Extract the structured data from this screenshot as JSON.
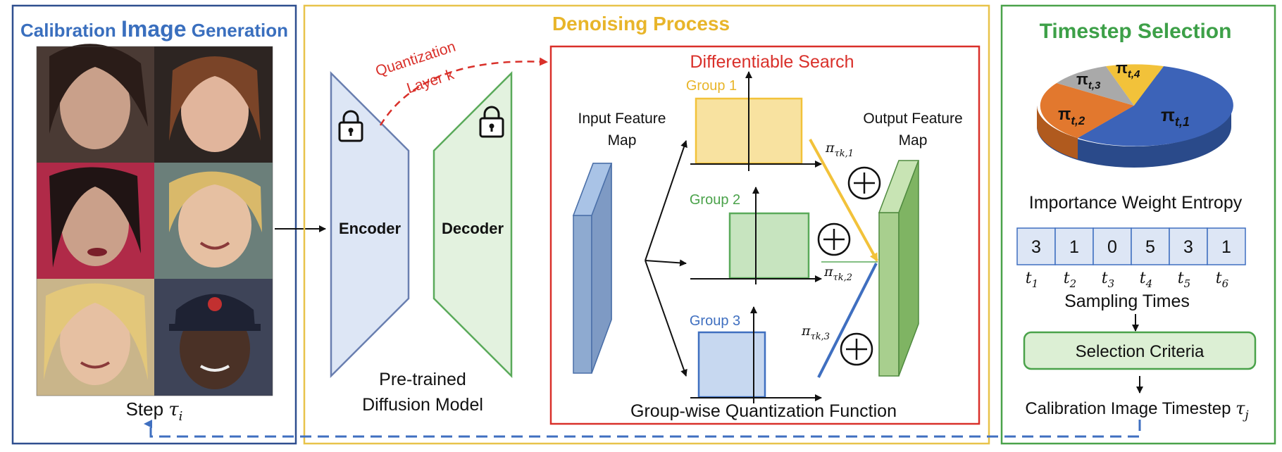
{
  "colors": {
    "left_frame": "#2f4f8f",
    "middle_frame": "#e8c34a",
    "right_frame": "#4aa24a",
    "search_frame": "#d9302a",
    "calib_title": "#3a6fbe",
    "denoise_title": "#e8b52a",
    "timestep_title": "#3da048",
    "encoder_fill": "#dde6f5",
    "encoder_stroke": "#6a7fb0",
    "decoder_fill": "#e3f2df",
    "decoder_stroke": "#5aaa5a",
    "group1": "#f2c23a",
    "group2": "#5aaa5a",
    "group3": "#3f6fc0",
    "pie_blue": "#3c63b8",
    "pie_orange": "#e2782e",
    "pie_gray": "#a9a9a9",
    "pie_yellow": "#f2c23a",
    "dashed_blue": "#3f6fc0"
  },
  "calibration": {
    "title_a": "Calibration ",
    "title_b": "Image",
    "title_c": " Generation",
    "step_label": "Step ",
    "step_symbol": "τ",
    "step_sub": "i"
  },
  "denoising": {
    "title": "Denoising Process",
    "quant_line1": "Quantization",
    "quant_line2": "Layer k",
    "encoder": "Encoder",
    "decoder": "Decoder",
    "model_line1": "Pre-trained",
    "model_line2": "Diffusion Model",
    "search_title": "Differentiable Search",
    "input_line1": "Input Feature",
    "input_line2": "Map",
    "output_line1": "Output Feature",
    "output_line2": "Map",
    "group1": "Group 1",
    "group2": "Group 2",
    "group3": "Group 3",
    "pi1": "π",
    "pi1_sub": "τk,1",
    "pi2": "π",
    "pi2_sub": "τk,2",
    "pi3": "π",
    "pi3_sub": "τk,3",
    "function_caption": "Group-wise Quantization Function"
  },
  "timestep": {
    "title": "Timestep Selection",
    "pie_labels": [
      {
        "sym": "π",
        "sub": "t,1"
      },
      {
        "sym": "π",
        "sub": "t,2"
      },
      {
        "sym": "π",
        "sub": "t,3"
      },
      {
        "sym": "π",
        "sub": "t,4"
      }
    ],
    "entropy_label": "Importance Weight Entropy",
    "counts": [
      "3",
      "1",
      "0",
      "5",
      "3",
      "1"
    ],
    "times": [
      {
        "sym": "t",
        "sub": "1"
      },
      {
        "sym": "t",
        "sub": "2"
      },
      {
        "sym": "t",
        "sub": "3"
      },
      {
        "sym": "t",
        "sub": "4"
      },
      {
        "sym": "t",
        "sub": "5"
      },
      {
        "sym": "t",
        "sub": "6"
      }
    ],
    "sampling_label": "Sampling Times",
    "criteria_label": "Selection Criteria",
    "result_label": "Calibration Image Timestep ",
    "result_symbol": "τ",
    "result_sub": "j"
  }
}
